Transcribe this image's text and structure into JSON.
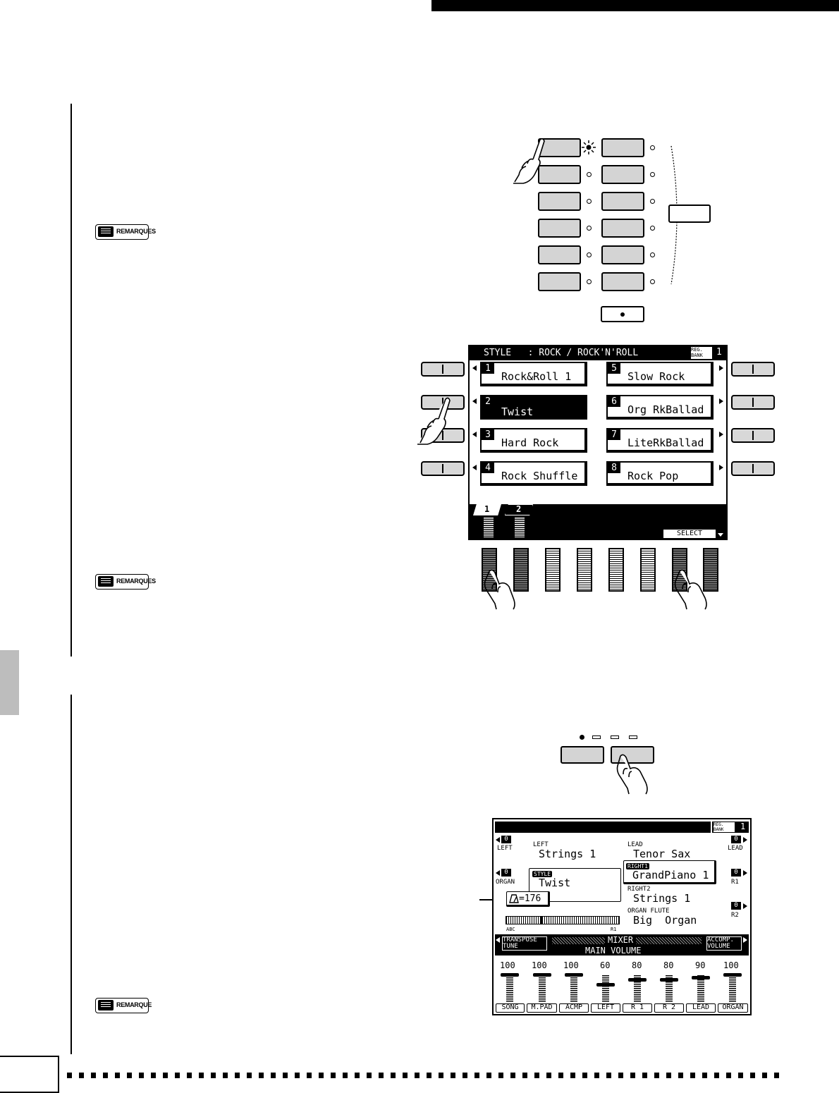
{
  "remarques": {
    "label_1": "REMARQUES",
    "label_2": "REMARQUES",
    "label_3": "REMARQUE"
  },
  "style_screen": {
    "title": "STYLE   : ROCK / ROCK'N'ROLL",
    "reg_bank_label": "REG. BANK",
    "reg_bank_num": "1",
    "entries": [
      {
        "num": "1",
        "name": "Rock&Roll 1",
        "selected": false
      },
      {
        "num": "2",
        "name": "Twist",
        "selected": true
      },
      {
        "num": "3",
        "name": "Hard Rock",
        "selected": false
      },
      {
        "num": "4",
        "name": "Rock Shuffle",
        "selected": false
      },
      {
        "num": "5",
        "name": "Slow Rock",
        "selected": false
      },
      {
        "num": "6",
        "name": "Org RkBallad",
        "selected": false
      },
      {
        "num": "7",
        "name": "LiteRkBallad",
        "selected": false
      },
      {
        "num": "8",
        "name": "Rock Pop",
        "selected": false
      }
    ],
    "tabs": [
      "1",
      "2"
    ],
    "select_label": "SELECT"
  },
  "main_screen": {
    "reg_bank_label": "REG. BANK",
    "reg_bank_num": "1",
    "left_indicator": {
      "value": "0",
      "label": "LEFT"
    },
    "organ_indicator": {
      "value": "0",
      "label": "ORGAN"
    },
    "lead_indicator": {
      "value": "0",
      "label": "LEAD"
    },
    "r1_indicator": {
      "value": "0",
      "label": "R1"
    },
    "r2_indicator": {
      "value": "0",
      "label": "R2"
    },
    "left_voice": {
      "label": "LEFT",
      "name": "Strings 1"
    },
    "lead_voice": {
      "label": "LEAD",
      "name": "Tenor Sax"
    },
    "right1_voice": {
      "label": "RIGHT1",
      "name": "GrandPiano 1"
    },
    "right2_voice": {
      "label": "RIGHT2",
      "name": "Strings 1"
    },
    "organ_voice": {
      "label": "ORGAN FLUTE",
      "name": "Big  Organ"
    },
    "style": {
      "label": "STYLE",
      "name": "Twist"
    },
    "tempo": "=176",
    "keyboard_labels": {
      "abc": "ABC",
      "r1": "R1"
    },
    "menu_left": "TRANSPOSE TUNE",
    "menu_center": "MIXER",
    "menu_right": "ACCOMP. VOLUME",
    "subtitle": "MAIN VOLUME",
    "mixer": {
      "values": [
        "100",
        "100",
        "100",
        "60",
        "80",
        "80",
        "90",
        "100"
      ],
      "levels": [
        100,
        100,
        100,
        60,
        80,
        80,
        90,
        100
      ],
      "channels": [
        "SONG",
        "M.PAD",
        "ACMP",
        "LEFT",
        "R 1",
        "R 2",
        "LEAD",
        "ORGAN"
      ]
    }
  }
}
